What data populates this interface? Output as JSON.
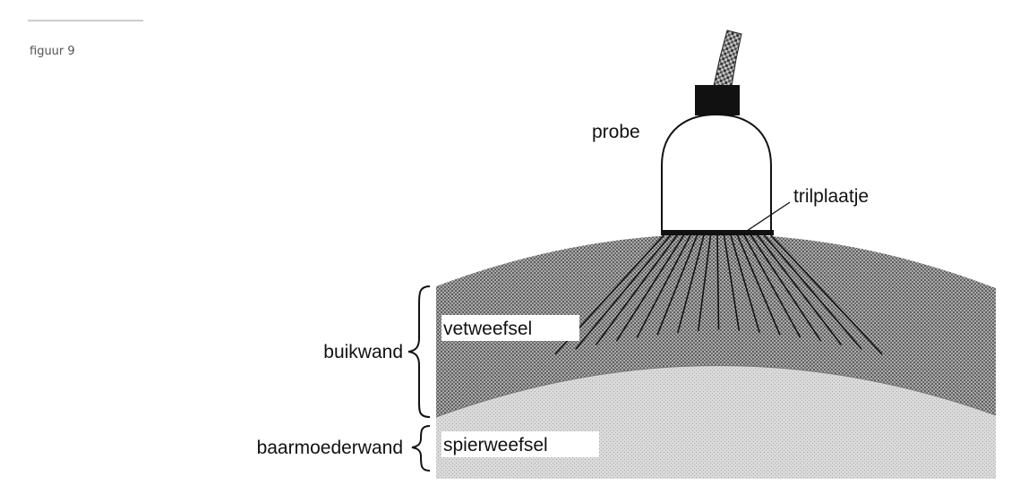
{
  "caption": "figuur 9",
  "labels": {
    "probe": "probe",
    "transducer": "trilplaatje",
    "fat_tissue": "vetweefsel",
    "muscle_tissue": "spierweefsel",
    "abdominal_wall": "buikwand",
    "uterine_wall": "baarmoederwand"
  },
  "colors": {
    "ink": "#111111",
    "fat_fill": "#8a8a8a",
    "muscle_fill": "#c8c8c8",
    "probe_cap": "#111111"
  },
  "icons": {
    "cable": "braided-cable-icon",
    "brace": "curly-brace-icon"
  }
}
